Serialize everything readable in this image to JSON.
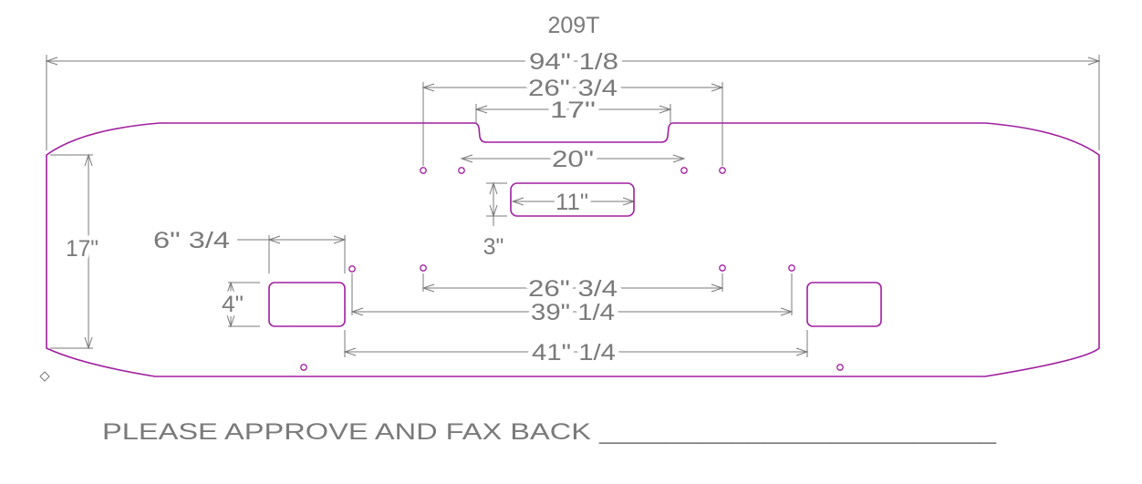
{
  "drawing": {
    "title": "209T",
    "footer": "PLEASE APPROVE AND FAX BACK ________________________",
    "colors": {
      "outline": "#a01ea0",
      "dimension": "#7a7a7a"
    },
    "dimensions": {
      "overall_width": "94\" 1/8",
      "top_outer_holes": "26\" 3/4",
      "top_notch": "17\"",
      "top_inner_holes": "20\"",
      "center_slot_width": "11\"",
      "center_slot_height": "3\"",
      "overall_height": "17\"",
      "side_cutout_width": "6\" 3/4",
      "side_cutout_height": "4\"",
      "lower_inner_holes": "26\" 3/4",
      "lower_outer_holes": "39\" 1/4",
      "cutout_spacing": "41\" 1/4"
    }
  }
}
